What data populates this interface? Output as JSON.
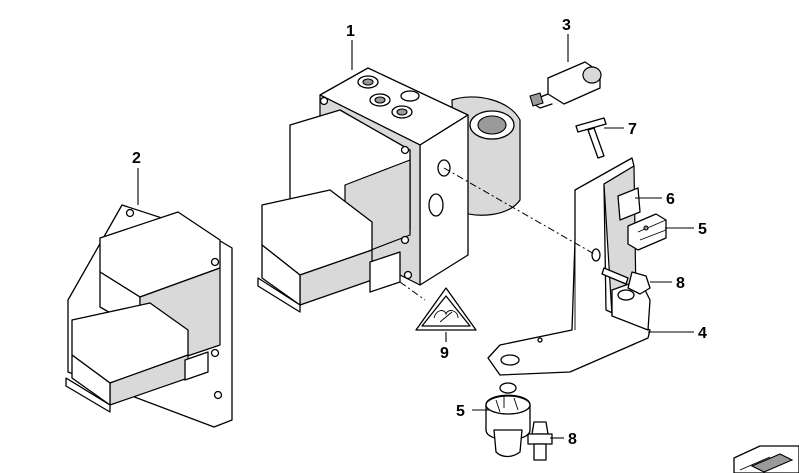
{
  "callouts": [
    {
      "id": "c1",
      "label": "1"
    },
    {
      "id": "c2",
      "label": "2"
    },
    {
      "id": "c3",
      "label": "3"
    },
    {
      "id": "c4",
      "label": "4"
    },
    {
      "id": "c5a",
      "label": "5"
    },
    {
      "id": "c5b",
      "label": "5"
    },
    {
      "id": "c6",
      "label": "6"
    },
    {
      "id": "c7",
      "label": "7"
    },
    {
      "id": "c8a",
      "label": "8"
    },
    {
      "id": "c8b",
      "label": "8"
    },
    {
      "id": "c9",
      "label": "9"
    }
  ]
}
